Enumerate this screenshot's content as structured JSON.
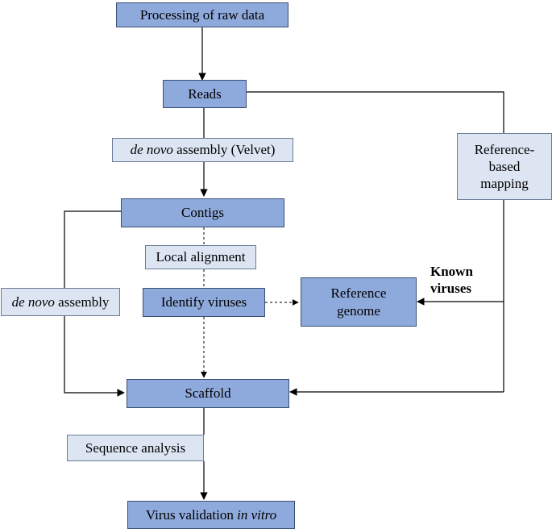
{
  "nodes": {
    "processing": "Processing of raw data",
    "reads": "Reads",
    "denovo_velvet": {
      "italic": "de novo",
      "rest": " assembly (Velvet)"
    },
    "contigs": "Contigs",
    "local_alignment": "Local alignment",
    "identify_viruses": "Identify viruses",
    "reference_genome": [
      "Reference",
      "genome"
    ],
    "reference_mapping": [
      "Reference-",
      "based",
      "mapping"
    ],
    "denovo_assembly": {
      "italic": "de novo",
      "rest": " assembly"
    },
    "scaffold": "Scaffold",
    "sequence_analysis": "Sequence analysis",
    "virus_validation": {
      "rest": "Virus validation ",
      "italic": "in vitro"
    }
  },
  "annotations": {
    "known_viruses": [
      "Known",
      "viruses"
    ]
  },
  "colors": {
    "primary_box": "#8ea9db",
    "secondary_box": "#dde5f3",
    "lines": "#000000"
  }
}
